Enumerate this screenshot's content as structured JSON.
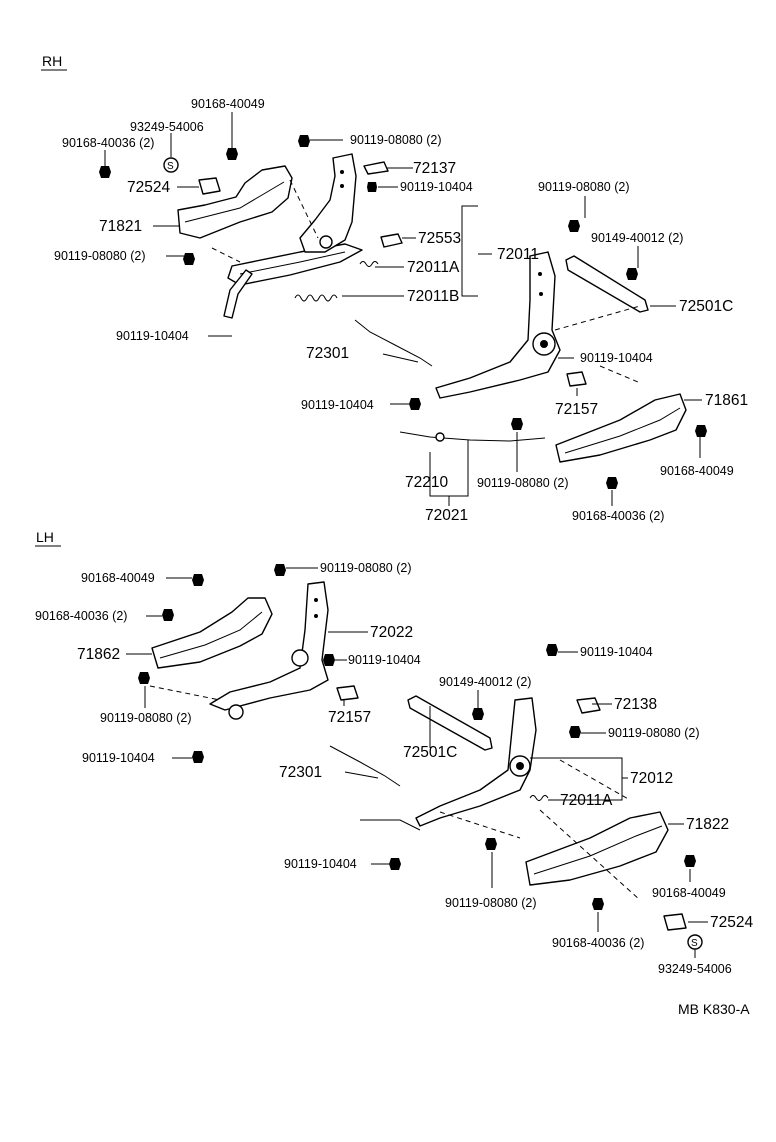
{
  "sections": {
    "rh": "RH",
    "lh": "LH"
  },
  "rh_labels": {
    "p90168_40049": "90168-40049",
    "p93249_54006": "93249-54006",
    "p90168_40036": "90168-40036 (2)",
    "p90119_08080_a": "90119-08080 (2)",
    "p72137": "72137",
    "p90119_10404_a": "90119-10404",
    "p72524": "72524",
    "p71821": "71821",
    "p72553": "72553",
    "p72011": "72011",
    "p90119_08080_b": "90119-08080 (2)",
    "p72011A": "72011A",
    "p72011B": "72011B",
    "p90119_10404_b": "90119-10404",
    "p72301": "72301",
    "p90119_08080_c": "90119-08080 (2)",
    "p90149_40012": "90149-40012 (2)",
    "p72501C": "72501C",
    "p90119_10404_c": "90119-10404",
    "p72157": "72157",
    "p71861": "71861",
    "p90119_10404_d": "90119-10404",
    "p72210": "72210",
    "p90119_08080_d": "90119-08080 (2)",
    "p90168_40049_b": "90168-40049",
    "p72021": "72021",
    "p90168_40036_b": "90168-40036 (2)",
    "s_symbol": "S"
  },
  "lh_labels": {
    "p90168_40049": "90168-40049",
    "p90119_08080_a": "90119-08080 (2)",
    "p90168_40036": "90168-40036 (2)",
    "p72022": "72022",
    "p71862": "71862",
    "p90119_10404_a": "90119-10404",
    "p90119_10404_b": "90119-10404",
    "p90119_08080_b": "90119-08080 (2)",
    "p72157": "72157",
    "p90149_40012": "90149-40012 (2)",
    "p72138": "72138",
    "p90119_08080_c": "90119-08080 (2)",
    "p90119_10404_c": "90119-10404",
    "p72501C": "72501C",
    "p72301": "72301",
    "p72012": "72012",
    "p72011A": "72011A",
    "p71822": "71822",
    "p90119_10404_d": "90119-10404",
    "p90119_08080_d": "90119-08080 (2)",
    "p90168_40049_b": "90168-40049",
    "p90168_40036_b": "90168-40036 (2)",
    "p72524": "72524",
    "p93249_54006": "93249-54006",
    "s_symbol": "S"
  },
  "footer": {
    "code": "MB  K830-A"
  }
}
